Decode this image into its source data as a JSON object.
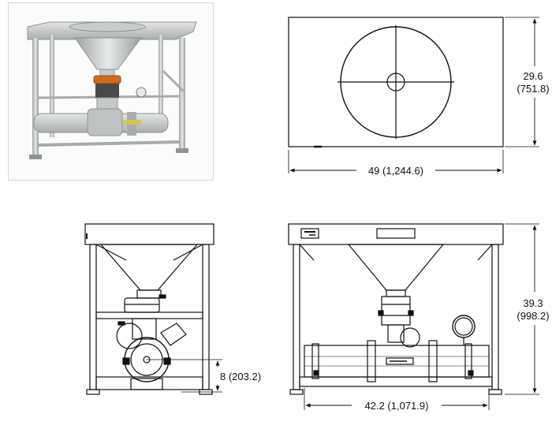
{
  "dimensions": {
    "top_width": "49 (1,244.6)",
    "top_depth_in": "29.6",
    "top_depth_mm": "(751.8)",
    "side_pump_height": "8 (203.2)",
    "front_width": "42.2 (1,071.9)",
    "front_height_in": "39.3",
    "front_height_mm": "(998.2)"
  },
  "colors": {
    "line": "#111111",
    "steel": "#b9bcbd",
    "orange_valve": "#d2691e"
  }
}
